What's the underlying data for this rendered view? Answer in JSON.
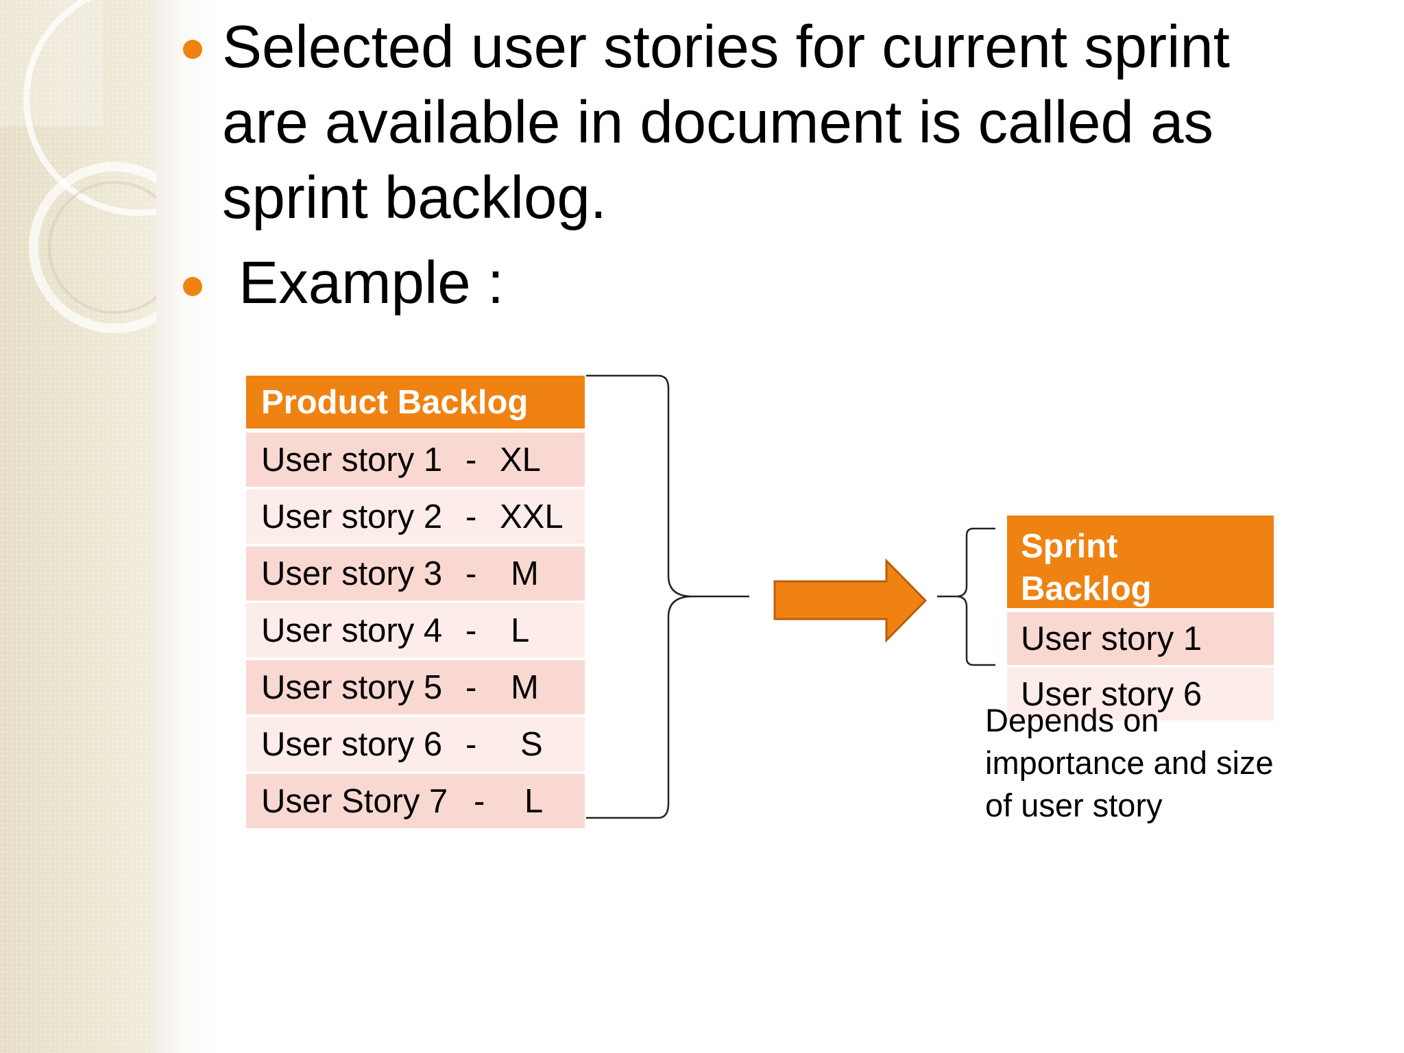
{
  "bullets": [
    {
      "lines": [
        "Selected user stories for current sprint",
        "are available in document is called as",
        "sprint backlog."
      ]
    },
    {
      "lines": [
        " Example :"
      ]
    }
  ],
  "product_backlog": {
    "header": "Product Backlog",
    "rows": [
      {
        "story": "User story 1",
        "dash": "-",
        "size": "XL"
      },
      {
        "story": "User story 2",
        "dash": "-",
        "size": "XXL"
      },
      {
        "story": "User story 3",
        "dash": "-",
        "size": "M"
      },
      {
        "story": "User story 4",
        "dash": "-",
        "size": "L"
      },
      {
        "story": "User story 5",
        "dash": "-",
        "size": "M"
      },
      {
        "story": "User story 6",
        "dash": "-",
        "size": "S"
      },
      {
        "story": "User Story 7",
        "dash": "-",
        "size": "L"
      }
    ]
  },
  "sprint_backlog": {
    "header_line1": "Sprint",
    "header_line2": "Backlog",
    "rows": [
      "User story 1",
      "User story 6"
    ]
  },
  "note": {
    "lines": [
      "Depends on",
      "importance and size",
      "of user story"
    ]
  },
  "colors": {
    "accent": "#f08212",
    "row_dark": "#f9d8d1",
    "row_light": "#fcecea"
  }
}
